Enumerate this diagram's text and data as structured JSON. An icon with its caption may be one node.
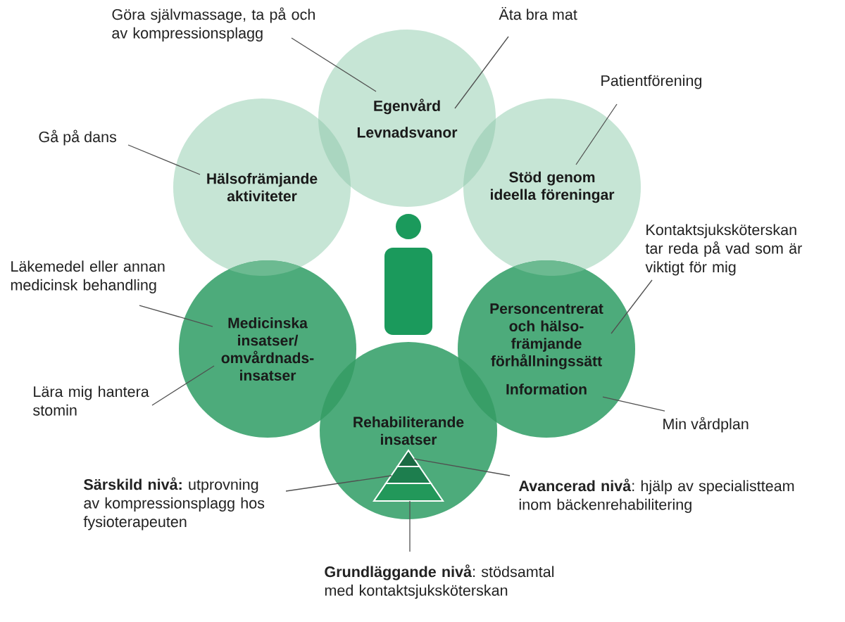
{
  "diagram": {
    "nodes": [
      {
        "text": [
          "Göra självmassage, ta på och av kompressionsplagg"
        ]
      },
      {
        "text": [
          "Äta bra mat"
        ]
      },
      {
        "text": [
          "Egenvård",
          "Levnadsvanor"
        ]
      },
      {
        "text": [
          "Patientförening"
        ]
      },
      {
        "text": [
          "Gå på dans"
        ]
      },
      {
        "text": [
          "Hälsofrämjande aktiviteter"
        ]
      },
      {
        "text": [
          "Stöd genom ideella föreningar"
        ]
      },
      {
        "text": [
          "Kontaktsjuksköterskan tar reda på vad som är viktigt för mig"
        ]
      },
      {
        "text": [
          "Läkemedel eller annan medicinsk behandling"
        ]
      },
      {
        "text": [
          "Medicinska insatser/ omvårdnads- insatser"
        ]
      },
      {
        "text": [
          "Personcentrerat och hälso- främjande förhållningssätt",
          "Information"
        ]
      },
      {
        "text": [
          "Lära mig hantera stomin"
        ]
      },
      {
        "text": [
          "Min vårdplan"
        ]
      },
      {
        "text": [
          "Rehabiliterande insatser"
        ]
      },
      {
        "text": [],
        "shape": "triangle",
        "in": 13
      },
      {
        "text": [],
        "shape": "trapezoid",
        "in": 13
      },
      {
        "text": [],
        "shape": "trapezoid",
        "in": 13
      },
      {
        "text": [
          "**Särskild nivå:** utprovning av kompressionsplagg hos fysioterapeuten"
        ]
      },
      {
        "text": [
          "**Avancerad nivå**: hjälp av specialistteam inom bäckenrehabilitering"
        ]
      },
      {
        "text": [
          "**Grundläggande nivå**: stödsamtal med kontaktsjuksköterskan"
        ]
      }
    ],
    "edges": [
      {
        "from": 0,
        "to": 2,
        "arrow": "none"
      },
      {
        "from": 1,
        "to": 2,
        "arrow": "none"
      },
      {
        "from": 3,
        "to": 6,
        "arrow": "none"
      },
      {
        "from": 4,
        "to": 5,
        "arrow": "none"
      },
      {
        "from": 7,
        "to": 10,
        "arrow": "none"
      },
      {
        "from": 8,
        "to": 9,
        "arrow": "none"
      },
      {
        "from": 11,
        "to": 9,
        "arrow": "none"
      },
      {
        "from": 12,
        "to": 10,
        "arrow": "none"
      },
      {
        "from": 17,
        "to": 15,
        "arrow": "none"
      },
      {
        "from": 18,
        "to": 14,
        "arrow": "none"
      },
      {
        "from": 19,
        "to": 16,
        "arrow": "none"
      }
    ]
  }
}
